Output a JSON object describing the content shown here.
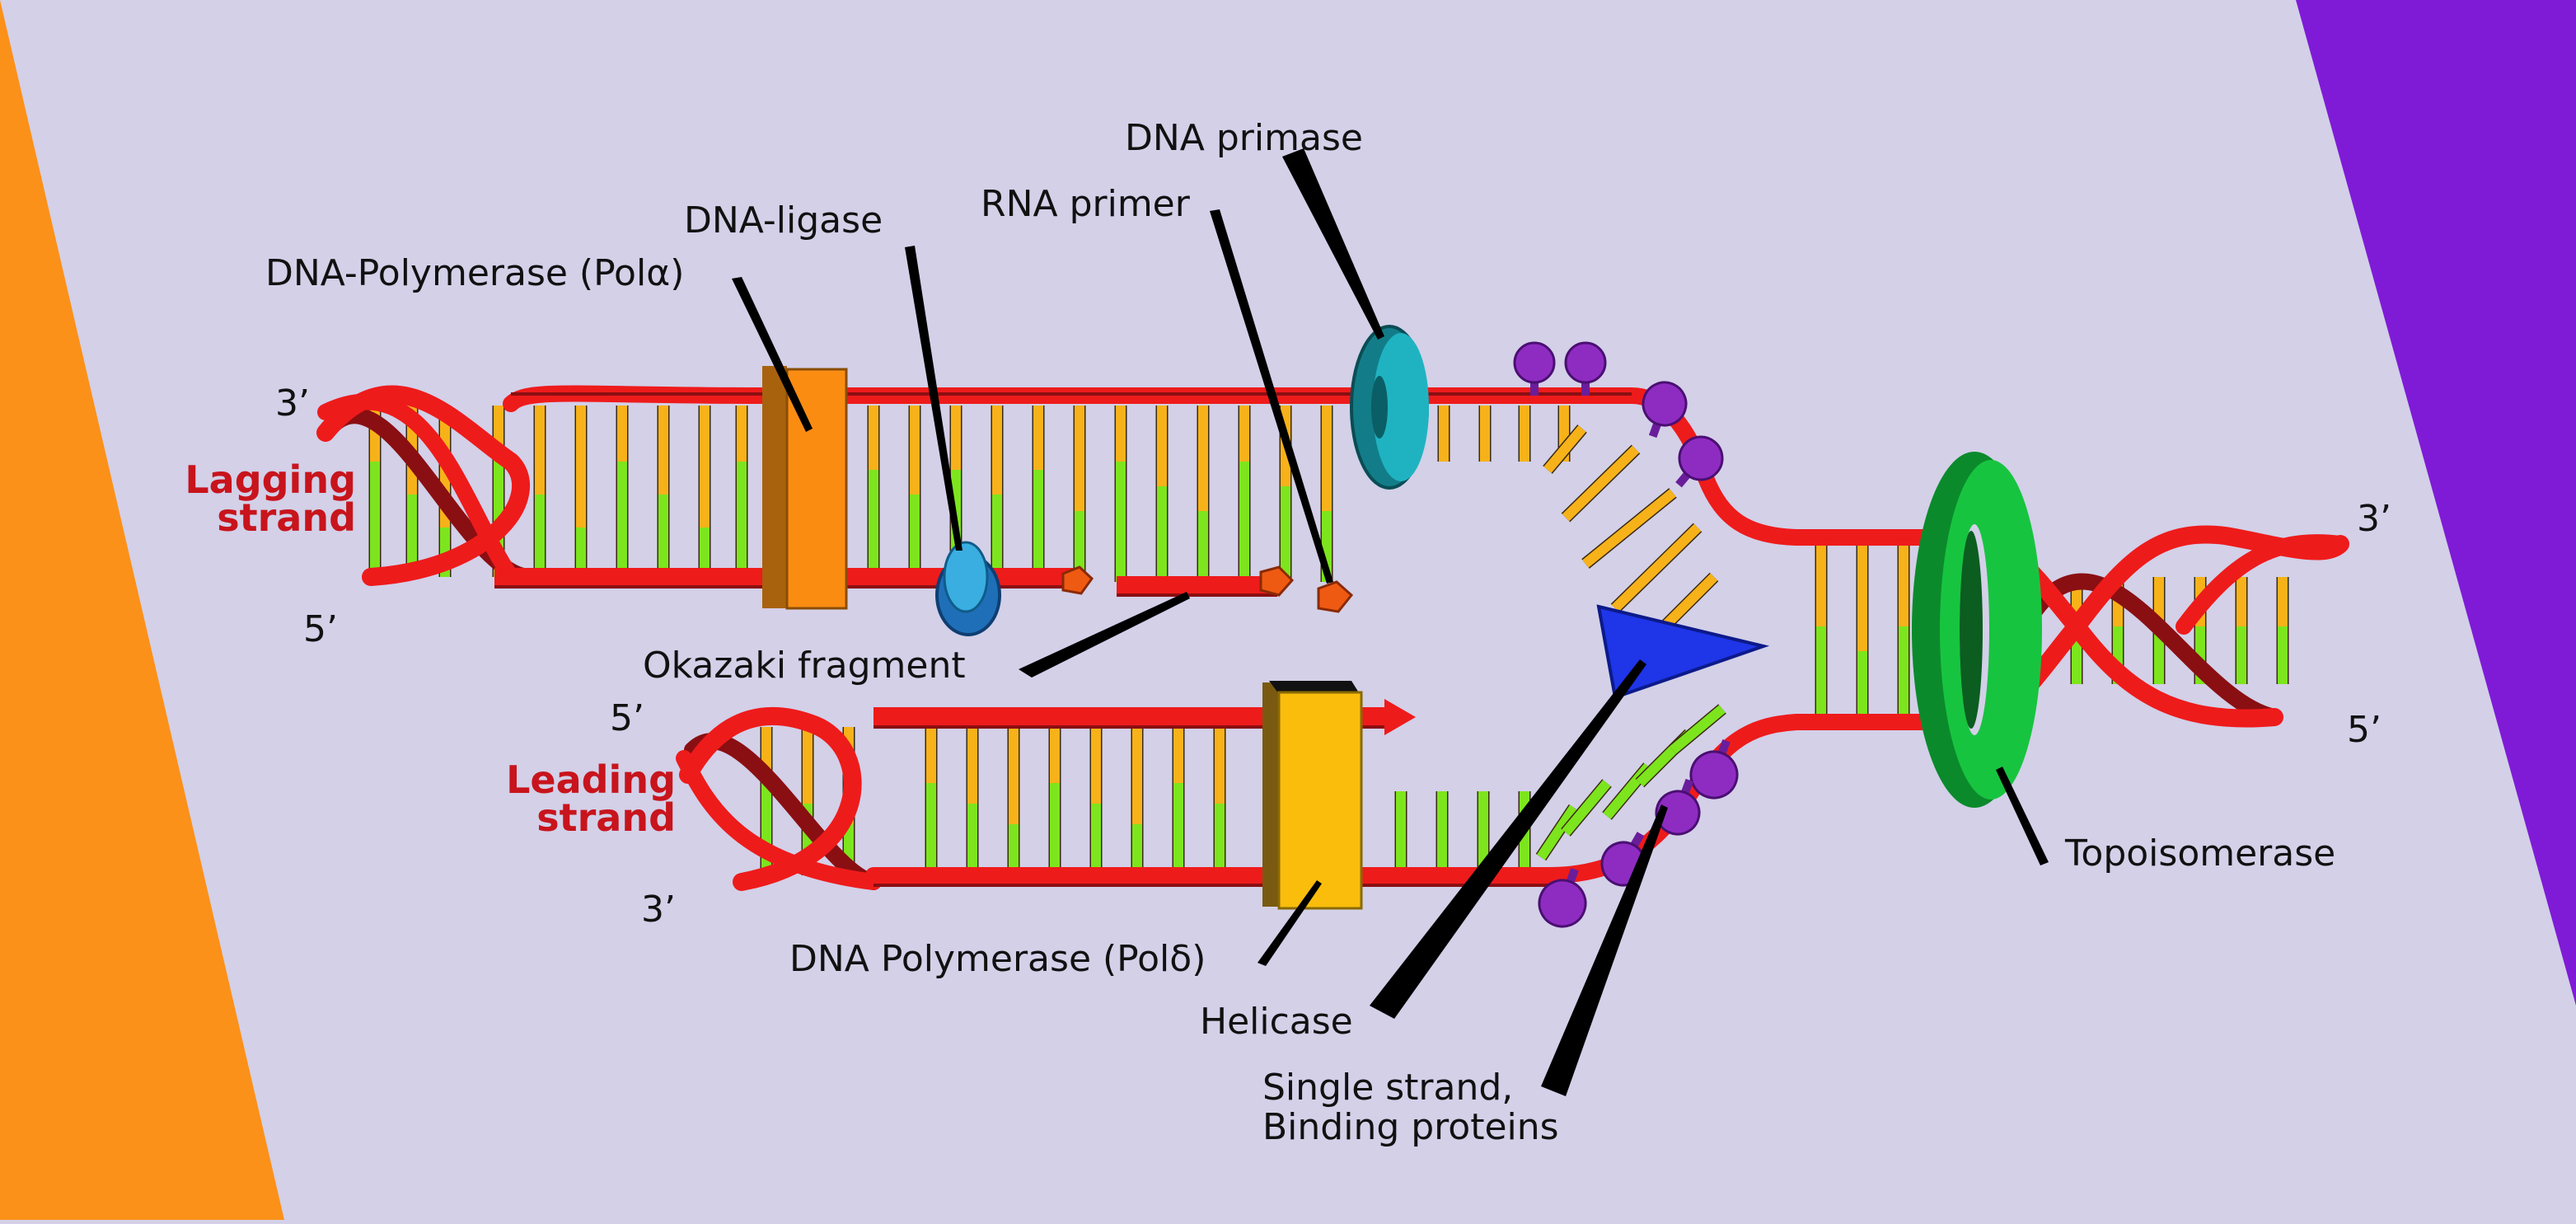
{
  "labels": {
    "dna_primase": "DNA primase",
    "dna_ligase": "DNA-ligase",
    "rna_primer": "RNA primer",
    "polymerase_alpha": "DNA-Polymerase (Polα)",
    "lagging_strand_line1": "Lagging",
    "lagging_strand_line2": "strand",
    "leading_strand_line1": "Leading",
    "leading_strand_line2": "strand",
    "okazaki_fragment": "Okazaki fragment",
    "polymerase_delta": "DNA Polymerase (Polδ)",
    "helicase": "Helicase",
    "ssb_line1": "Single strand,",
    "ssb_line2": "Binding proteins",
    "topoisomerase": "Topoisomerase"
  },
  "strand_ends": {
    "lagging_top": "3’",
    "lagging_bottom": "5’",
    "leading_top": "5’",
    "leading_bottom": "3’",
    "right_top": "3’",
    "right_bottom": "5’"
  },
  "colors": {
    "background": "#d3d0e8",
    "left_band": "#fb9118",
    "right_band": "#7f1bd6",
    "backbone": "#ee1b1b",
    "base_yellow": "#f7b21a",
    "base_green": "#7de51d",
    "primase": "#1aa3b0",
    "topoisomerase": "#12b83a",
    "helicase": "#1e35e8",
    "ssb": "#8e2cc2",
    "polymerase_alpha": "#fb8c12",
    "polymerase_delta": "#fbbd0c",
    "ligase": "#1f86c8",
    "primer": "#ef5a12",
    "label_red": "#c8141c"
  }
}
